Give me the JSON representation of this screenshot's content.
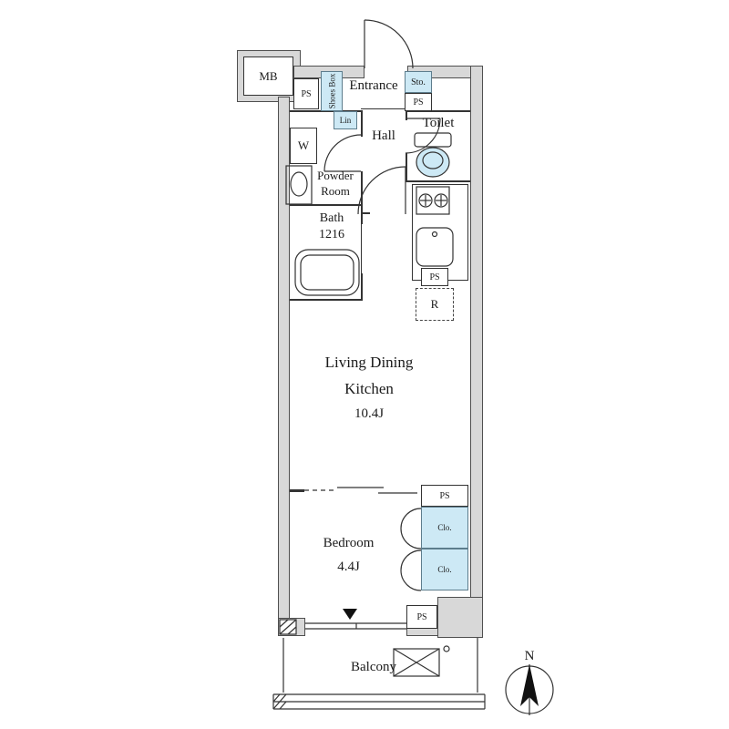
{
  "colors": {
    "wall_fill": "#d8d8d8",
    "water_fill": "#cde9f5",
    "line": "#333333"
  },
  "rooms": {
    "entrance": "Entrance",
    "hall": "Hall",
    "toilet": "Toilet",
    "powder_room": "Powder Room",
    "bath_name": "Bath",
    "bath_size": "1216",
    "ldk_line1": "Living Dining",
    "ldk_line2": "Kitchen",
    "ldk_size": "10.4J",
    "bedroom_name": "Bedroom",
    "bedroom_size": "4.4J",
    "balcony": "Balcony"
  },
  "fixtures": {
    "meter_box": "MB",
    "shoes_box": "Shoes Box",
    "storage": "Sto.",
    "linen": "Lin",
    "washer": "W",
    "refrigerator": "R",
    "closet_top": "Clo.",
    "closet_bottom": "Clo."
  },
  "pipe_spaces": [
    "PS",
    "PS",
    "PS",
    "PS",
    "PS"
  ],
  "compass": {
    "north": "N"
  }
}
